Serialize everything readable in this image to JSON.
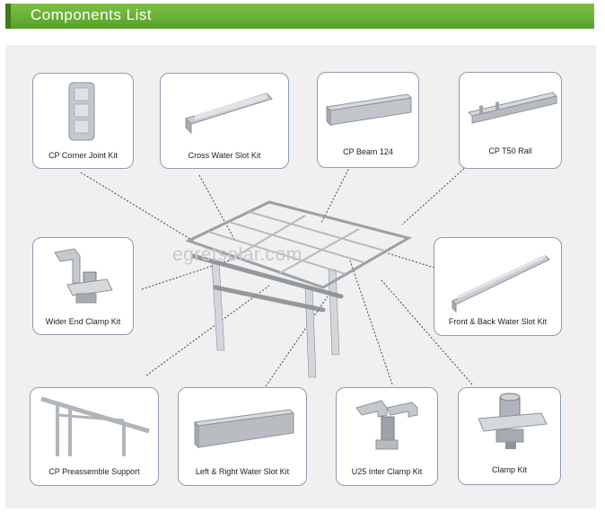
{
  "header": {
    "title": "Components List"
  },
  "watermark": "egretsolar.com",
  "components": {
    "corner": "CP Corner Joint Kit",
    "cross": "Cross Water Slot Kit",
    "beam": "CP Beam 124",
    "rail": "CP T50 Rail",
    "wider": "Wider End Clamp Kit",
    "frontback": "Front & Back Water Slot Kit",
    "preassemble": "CP Preassemble Support",
    "leftright": "Left & Right Water Slot Kit",
    "u25": "U25 Inter Clamp Kit",
    "clamp": "Clamp Kit"
  }
}
